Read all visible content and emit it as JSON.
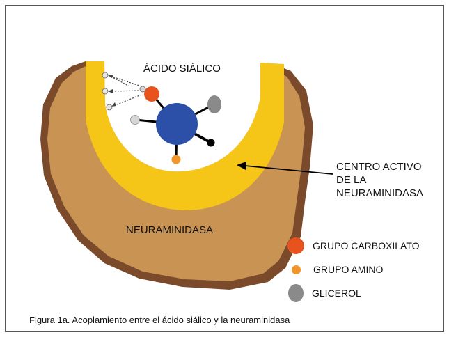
{
  "labels": {
    "sialic_acid": "ÁCIDO SIÁLICO",
    "active_site_line1": "CENTRO ACTIVO",
    "active_site_line2": "DE LA",
    "active_site_line3": "NEURAMINIDASA",
    "enzyme": "NEURAMINIDASA"
  },
  "legend": [
    {
      "label": "GRUPO CARBOXILATO",
      "color": "#e8531d"
    },
    {
      "label": "GRUPO AMINO",
      "color": "#f0962a"
    },
    {
      "label": "GLICEROL",
      "color": "#8a8a8a"
    }
  ],
  "caption": "Figura 1a. Acoplamiento entre el ácido siálico y la neuraminidasa",
  "colors": {
    "outer_rim": "#7a4a2a",
    "enzyme_body": "#c99354",
    "active_site": "#f5c518",
    "sialic_core": "#2c4fa8",
    "carboxylate": "#e8531d",
    "amino": "#f0962a",
    "glycerol": "#8a8a8a",
    "small_atom": "#d6d6d6",
    "bond": "#000000"
  }
}
